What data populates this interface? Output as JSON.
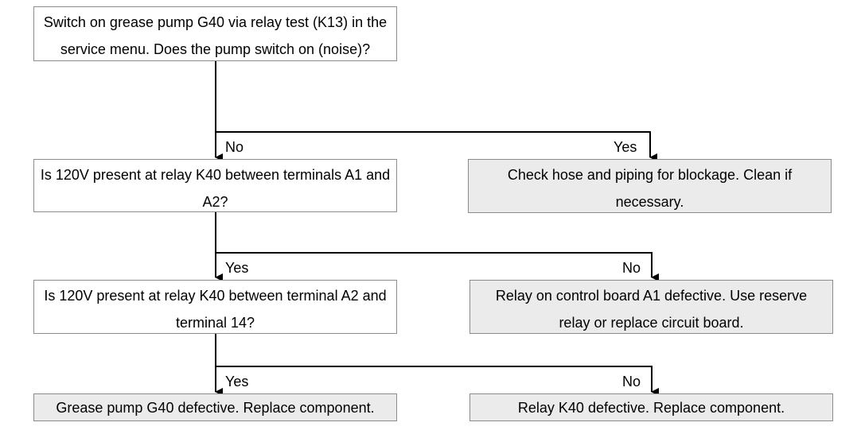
{
  "boxes": {
    "start": "Switch on grease pump G40 via relay test (K13) in the service menu. Does the pump switch on (noise)?",
    "q1": "Is 120V present at relay K40 between terminals A1 and A2?",
    "r1": "Check hose and piping for blockage. Clean if necessary.",
    "q2": "Is 120V present at relay K40 between terminal A2 and terminal 14?",
    "r2": "Relay on control board A1 defective. Use reserve relay or replace circuit board.",
    "r3": "Grease pump G40 defective. Replace component.",
    "r4": "Relay K40 defective. Replace component."
  },
  "labels": {
    "no1": "No",
    "yes1": "Yes",
    "yes2": "Yes",
    "no2": "No",
    "yes3": "Yes",
    "no3": "No"
  },
  "colors": {
    "line": "#000000",
    "box_border": "#8c8c8c",
    "result_fill": "#ebebeb"
  }
}
